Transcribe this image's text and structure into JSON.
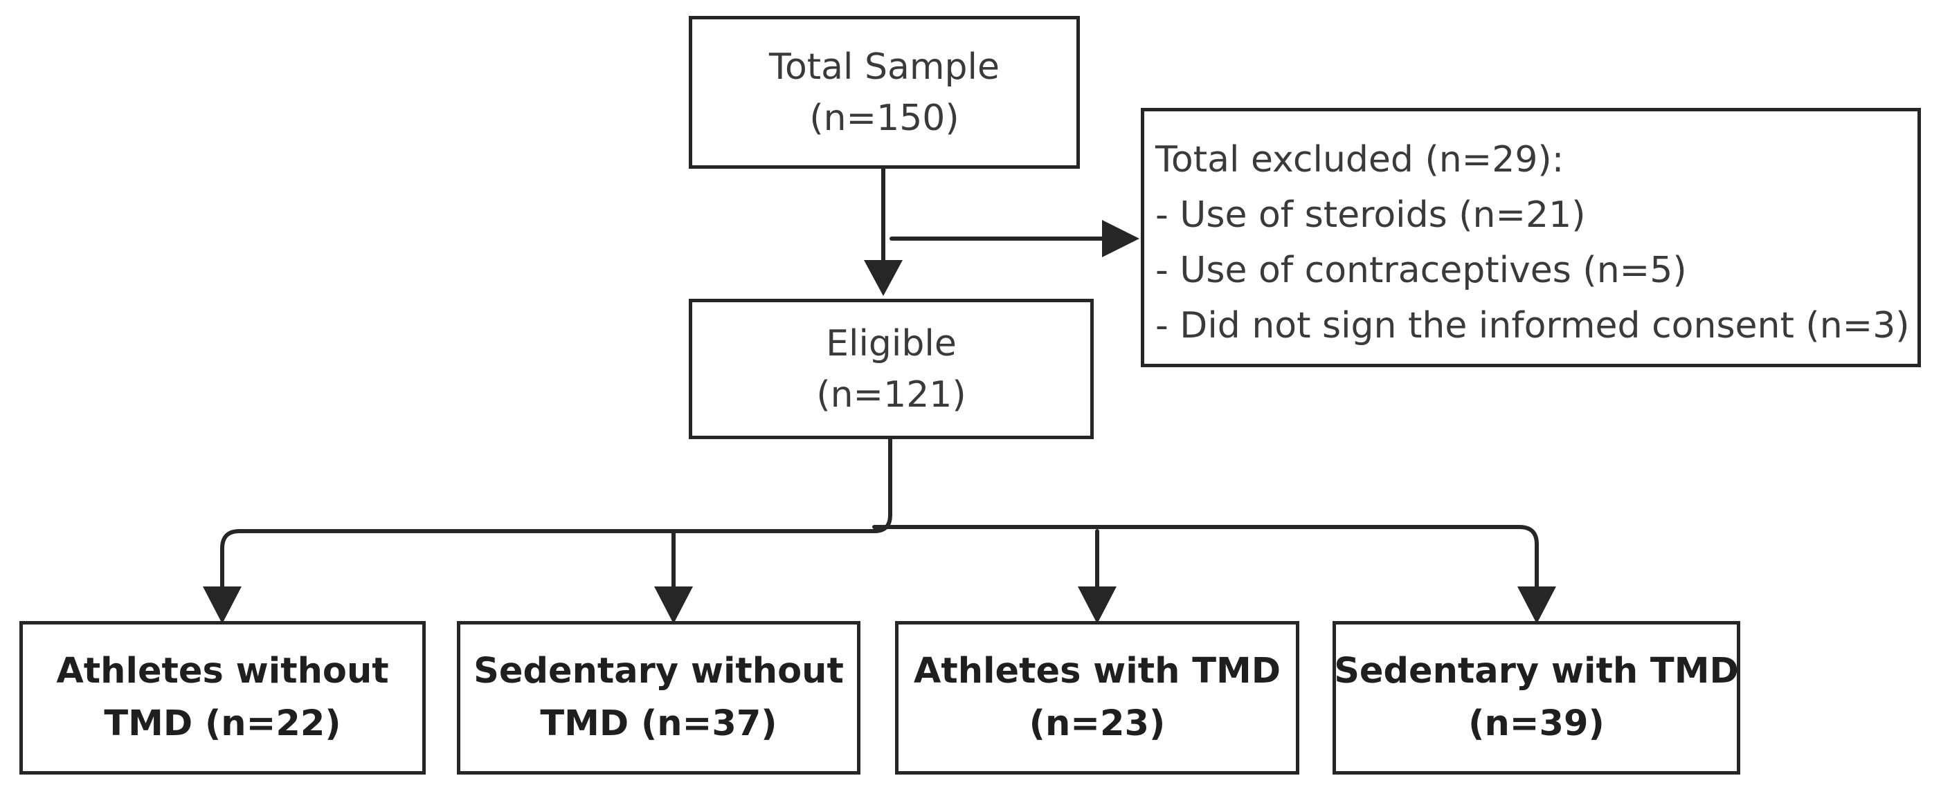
{
  "total": {
    "line1": "Total Sample",
    "line2": "(n=150)"
  },
  "eligible": {
    "line1": "Eligible",
    "line2": "(n=121)"
  },
  "excluded": {
    "title": "Total excluded (n=29):",
    "items": [
      "- Use of steroids (n=21)",
      "- Use of contraceptives (n=5)",
      "- Did not sign the informed consent (n=3)"
    ]
  },
  "groups": [
    {
      "line1": "Athletes without",
      "line2": "TMD (n=22)"
    },
    {
      "line1": "Sedentary without",
      "line2": "TMD (n=37)"
    },
    {
      "line1": "Athletes with TMD",
      "line2": "(n=23)"
    },
    {
      "line1": "Sedentary with TMD",
      "line2": "(n=39)"
    }
  ]
}
